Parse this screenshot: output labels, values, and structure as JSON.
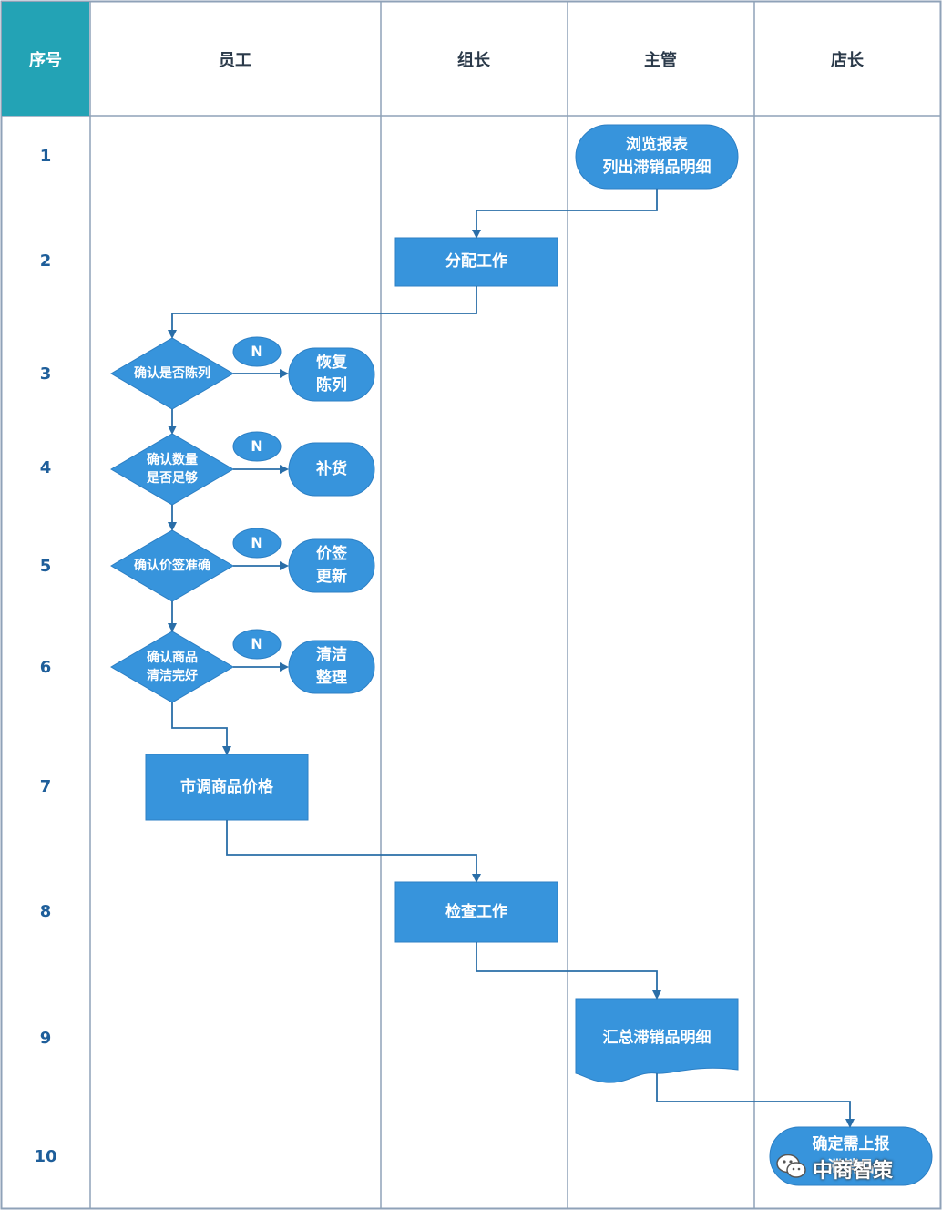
{
  "colors": {
    "node_fill": "#3794dc",
    "node_border": "#2c7fc4",
    "line": "#2a6ea8",
    "grid": "#8fa2b8",
    "header_accent": "#23a3b5"
  },
  "headers": [
    "序号",
    "员工",
    "组长",
    "主管",
    "店长"
  ],
  "rows": [
    "1",
    "2",
    "3",
    "4",
    "5",
    "6",
    "7",
    "8",
    "9",
    "10"
  ],
  "nodes": {
    "browse": [
      "浏览报表",
      "列出滞销品明细"
    ],
    "assign": [
      "分配工作"
    ],
    "dec_display": [
      "确认是否陈列"
    ],
    "dec_qty": [
      "确认数量",
      "是否足够"
    ],
    "dec_price": [
      "确认价签准确"
    ],
    "dec_clean": [
      "确认商品",
      "清洁完好"
    ],
    "restore": [
      "恢复",
      "陈列"
    ],
    "restock": [
      "补货"
    ],
    "update_tag": [
      "价签",
      "更新"
    ],
    "clean": [
      "清洁",
      "整理"
    ],
    "market": [
      "市调商品价格"
    ],
    "inspect": [
      "检查工作"
    ],
    "summary": [
      "汇总滞销品明细"
    ],
    "report": [
      "确定需上报",
      "滞销品"
    ]
  },
  "no_label": "N",
  "watermark": {
    "icon": "wechat-icon",
    "text": "中商智策"
  }
}
